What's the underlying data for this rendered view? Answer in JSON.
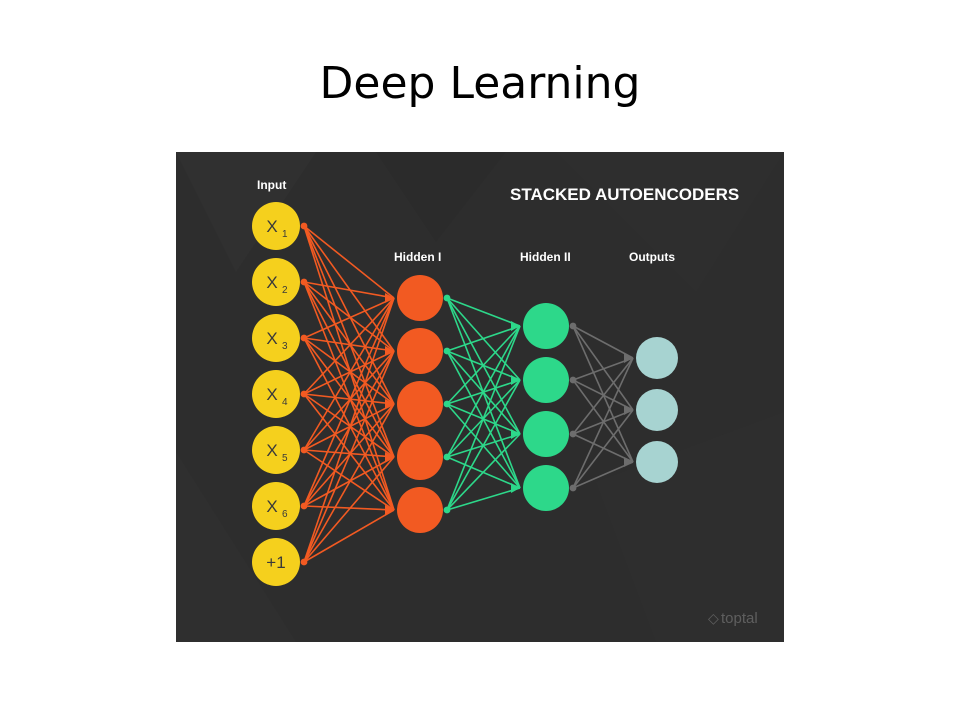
{
  "slide": {
    "title": "Deep Learning"
  },
  "figure": {
    "title": "STACKED AUTOENCODERS",
    "watermark": "toptal",
    "layers": {
      "input": {
        "label": "Input",
        "nodes": [
          {
            "base": "X",
            "sub": "1"
          },
          {
            "base": "X",
            "sub": "2"
          },
          {
            "base": "X",
            "sub": "3"
          },
          {
            "base": "X",
            "sub": "4"
          },
          {
            "base": "X",
            "sub": "5"
          },
          {
            "base": "X",
            "sub": "6"
          },
          {
            "base": "+1",
            "sub": ""
          }
        ]
      },
      "hidden1": {
        "label": "Hidden I",
        "count": 5
      },
      "hidden2": {
        "label": "Hidden II",
        "count": 4
      },
      "outputs": {
        "label": "Outputs",
        "count": 3
      }
    },
    "colors": {
      "background": "#2d2d2d",
      "input": "#f5d01d",
      "hidden1": "#f25a22",
      "hidden2": "#2dd88a",
      "outputs": "#a7d3d1",
      "edges_1": "#f25a22",
      "edges_2": "#2dd88a",
      "edges_3": "#6d6d6d"
    }
  }
}
